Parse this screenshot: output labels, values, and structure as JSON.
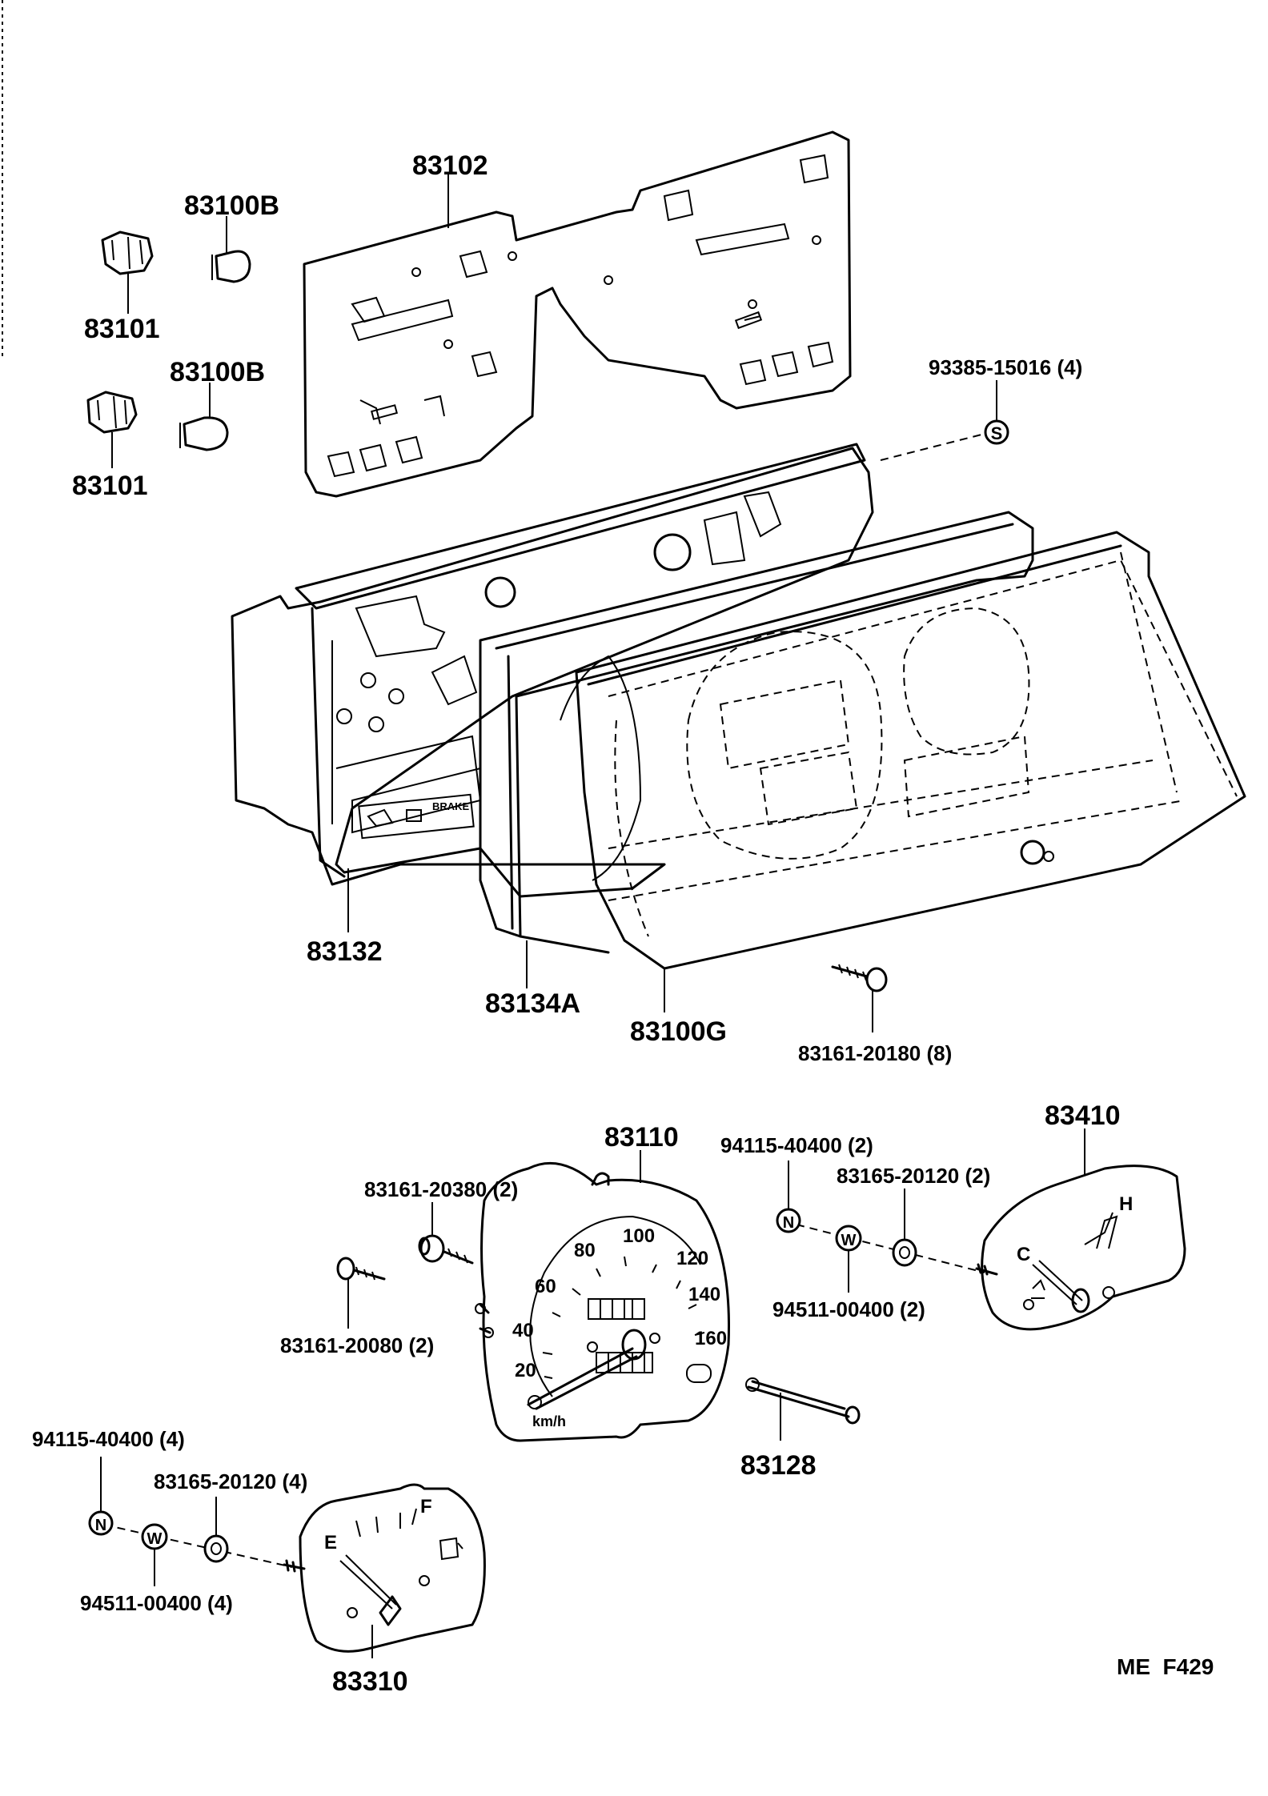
{
  "labels": {
    "p83102": "83102",
    "p83100B_1": "83100B",
    "p83100B_2": "83100B",
    "p83101_1": "83101",
    "p83101_2": "83101",
    "p93385": "93385-15016 (4)",
    "p83132": "83132",
    "p83134A": "83134A",
    "p83100G": "83100G",
    "p83161_20180": "83161-20180 (8)",
    "p83110": "83110",
    "p83410": "83410",
    "p94115_2": "94115-40400 (2)",
    "p83165_2": "83165-20120 (2)",
    "p94511_2": "94511-00400 (2)",
    "p83161_20380": "83161-20380 (2)",
    "p83161_20080": "83161-20080 (2)",
    "p83128": "83128",
    "p94115_4": "94115-40400 (4)",
    "p83165_4": "83165-20120 (4)",
    "p94511_4": "94511-00400 (4)",
    "p83310": "83310"
  },
  "symbols": {
    "s": "S",
    "n": "N",
    "w": "W"
  },
  "gauge_text": {
    "speedo": [
      "20",
      "40",
      "60",
      "80",
      "100",
      "120",
      "140",
      "160"
    ],
    "speed_unit": "km/h",
    "temp_c": "C",
    "temp_h": "H",
    "fuel_e": "E",
    "fuel_f": "F",
    "brake": "BRAKE"
  },
  "code": "ME  F429"
}
